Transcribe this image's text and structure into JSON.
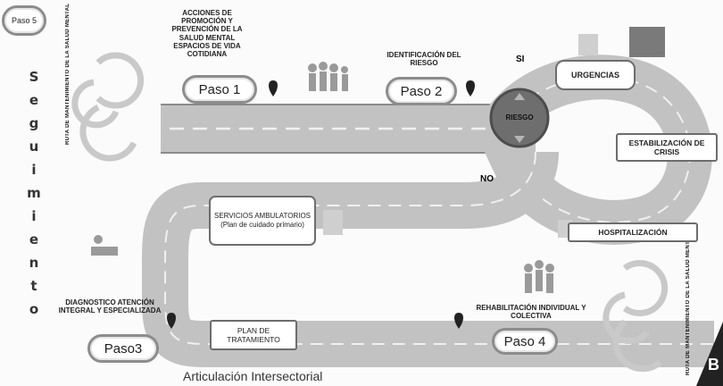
{
  "paso5": "Paso 5",
  "seguimiento_letters": [
    "S",
    "e",
    "g",
    "u",
    "i",
    "m",
    "i",
    "e",
    "n",
    "t",
    "o"
  ],
  "left_vertical_text": "RUTA DE MANTENIMIENTO DE LA SALUD MENTAL",
  "right_vertical_text": "RUTA DE MANTENIMIENTO DE LA SALUD MENTAL",
  "step1": {
    "title": "ACCIONES DE PROMOCIÓN Y PREVENCIÓN DE LA SALUD MENTAL ESPACIOS DE VIDA COTIDIANA",
    "pill": "Paso 1"
  },
  "step2": {
    "title": "IDENTIFICACIÓN DEL RIESGO",
    "pill": "Paso 2"
  },
  "si": "SI",
  "no": "NO",
  "riesgo": "RIESGO",
  "urgencias": "URGENCIAS",
  "estabilizacion": "ESTABILIZACIÓN DE CRISIS",
  "hospitalizacion": "HOSPITALIZACIÓN",
  "servicios": "SERVICIOS AMBULATORIOS (Plan de cuidado primario)",
  "step3": {
    "title": "DIAGNOSTICO ATENCIÓN INTEGRAL Y ESPECIALIZADA",
    "pill": "Paso3"
  },
  "plan": "PLAN DE TRATAMIENTO",
  "step4": {
    "title": "REHABILITACIÓN INDIVIDUAL Y COLECTIVA",
    "pill": "Paso 4"
  },
  "footer": "Articulación Intersectorial",
  "corner_letter": "B",
  "colors": {
    "road": "#bfbfbf",
    "road_edge": "#8a8a8a",
    "risk": "#707070"
  }
}
